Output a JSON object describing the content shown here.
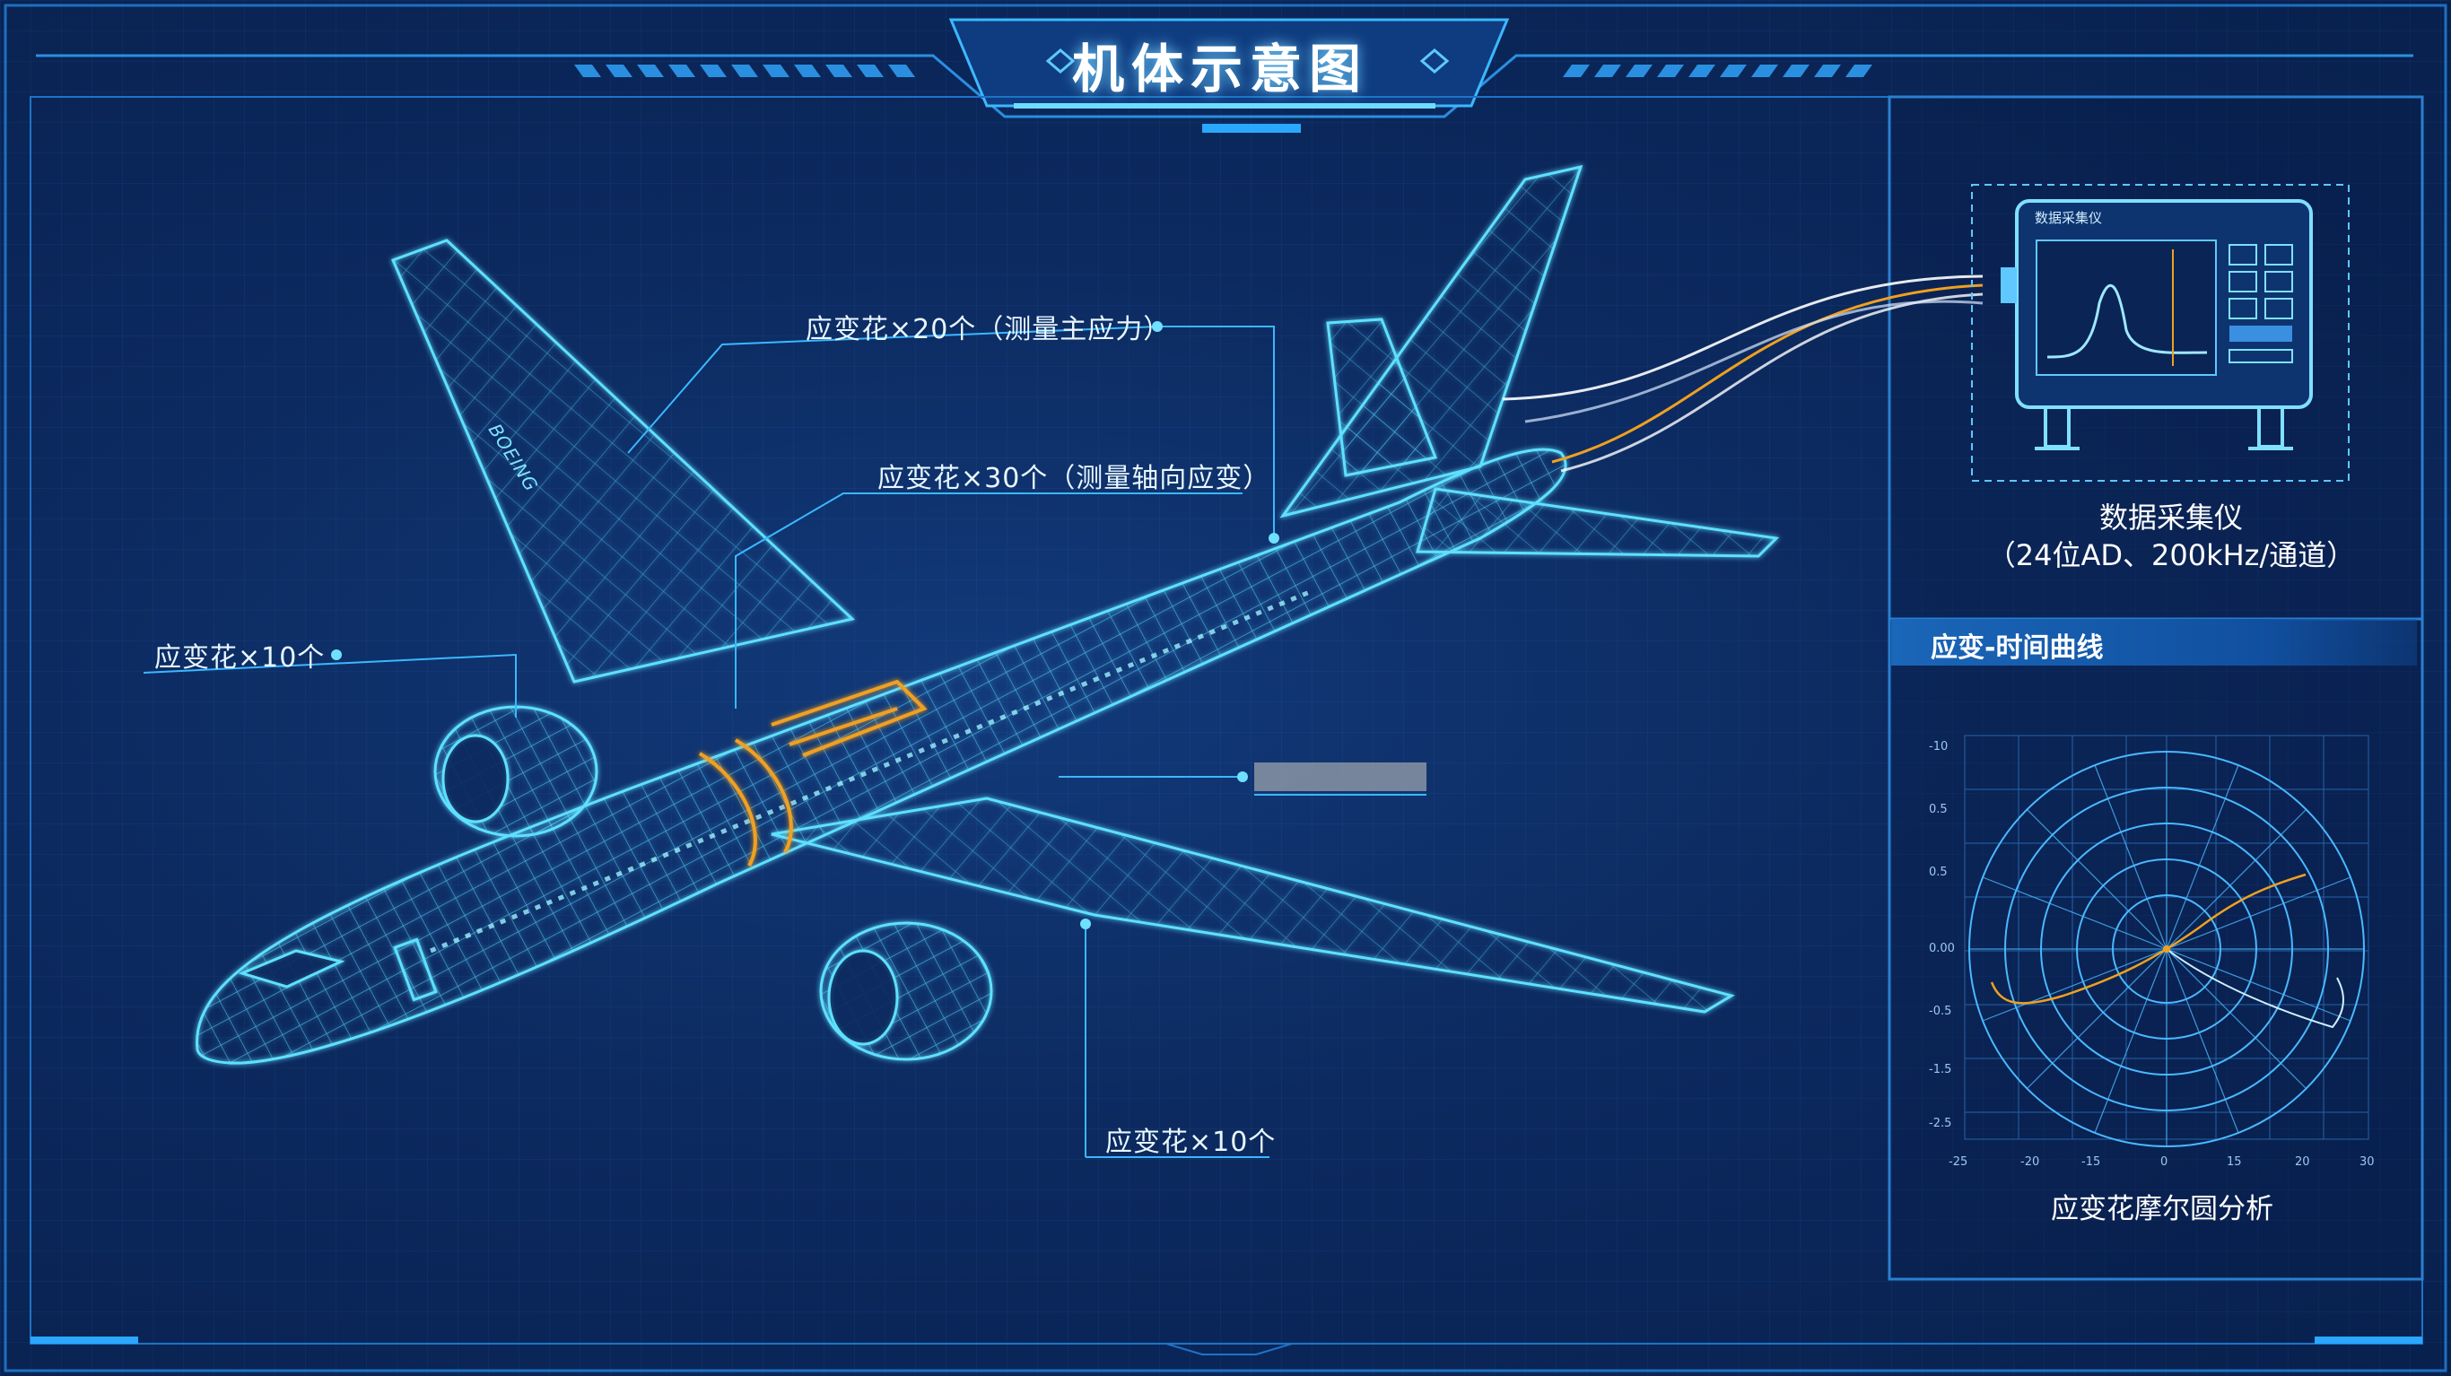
{
  "title": "机体示意图",
  "callouts": {
    "wing_root": "应变花×20个（测量主应力）",
    "fuselage": "应变花×30个（测量轴向应变）",
    "engine_left": "应变花×10个",
    "wing_lower": "应变花×10个"
  },
  "aircraft_marking": "BOEING",
  "daq": {
    "screen_title": "数据采集仪",
    "label_line1": "数据采集仪",
    "label_line2": "（24位AD、200kHz/通道）"
  },
  "curve_panel": {
    "header": "应变-时间曲线",
    "caption": "应变花摩尔圆分析",
    "x_ticks": [
      "-25",
      "-20",
      "-15",
      "0",
      "15",
      "20",
      "30"
    ],
    "y_ticks": [
      "-10",
      "0.5",
      "0.5",
      "0.00",
      "-0.5",
      "-1.5",
      "-2.5"
    ]
  },
  "colors": {
    "accent": "#38c8ff",
    "wire": "#4fd4ff",
    "highlight": "#f0a020",
    "background": "#0c2a60"
  }
}
